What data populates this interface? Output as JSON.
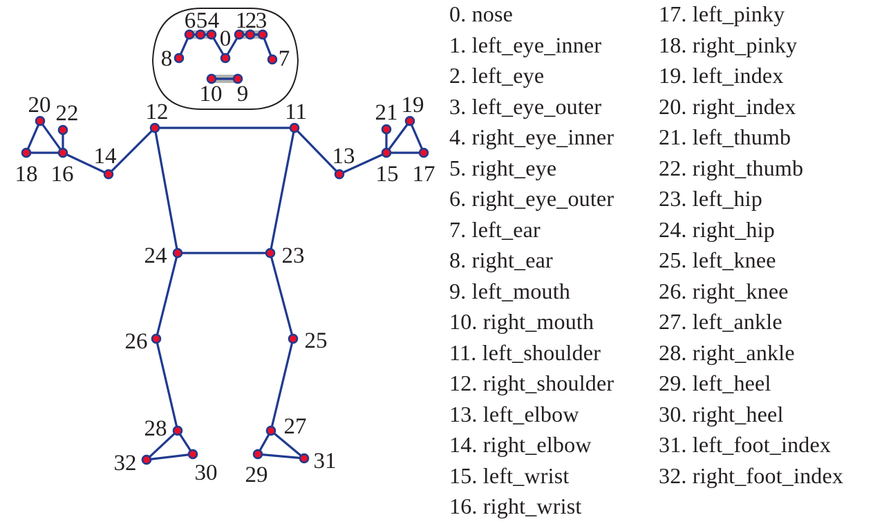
{
  "colors": {
    "bone": "#1f3a8f",
    "joint_fill": "#e8102a",
    "joint_stroke": "#1f3a8f",
    "face_outline": "#231f20",
    "grey_bar": "#b3b3b3",
    "text": "#231f20"
  },
  "landmarks": [
    {
      "id": 0,
      "name": "nose"
    },
    {
      "id": 1,
      "name": "left_eye_inner"
    },
    {
      "id": 2,
      "name": "left_eye"
    },
    {
      "id": 3,
      "name": "left_eye_outer"
    },
    {
      "id": 4,
      "name": "right_eye_inner"
    },
    {
      "id": 5,
      "name": "right_eye"
    },
    {
      "id": 6,
      "name": "right_eye_outer"
    },
    {
      "id": 7,
      "name": "left_ear"
    },
    {
      "id": 8,
      "name": "right_ear"
    },
    {
      "id": 9,
      "name": "left_mouth"
    },
    {
      "id": 10,
      "name": "right_mouth"
    },
    {
      "id": 11,
      "name": "left_shoulder"
    },
    {
      "id": 12,
      "name": "right_shoulder"
    },
    {
      "id": 13,
      "name": "left_elbow"
    },
    {
      "id": 14,
      "name": "right_elbow"
    },
    {
      "id": 15,
      "name": "left_wrist"
    },
    {
      "id": 16,
      "name": "right_wrist"
    },
    {
      "id": 17,
      "name": "left_pinky"
    },
    {
      "id": 18,
      "name": "right_pinky"
    },
    {
      "id": 19,
      "name": "left_index"
    },
    {
      "id": 20,
      "name": "right_index"
    },
    {
      "id": 21,
      "name": "left_thumb"
    },
    {
      "id": 22,
      "name": "right_thumb"
    },
    {
      "id": 23,
      "name": "left_hip"
    },
    {
      "id": 24,
      "name": "right_hip"
    },
    {
      "id": 25,
      "name": "left_knee"
    },
    {
      "id": 26,
      "name": "right_knee"
    },
    {
      "id": 27,
      "name": "left_ankle"
    },
    {
      "id": 28,
      "name": "right_ankle"
    },
    {
      "id": 29,
      "name": "left_heel"
    },
    {
      "id": 30,
      "name": "right_heel"
    },
    {
      "id": 31,
      "name": "left_foot_index"
    },
    {
      "id": 32,
      "name": "right_foot_index"
    }
  ],
  "connections": [
    [
      0,
      1
    ],
    [
      1,
      2
    ],
    [
      2,
      3
    ],
    [
      3,
      7
    ],
    [
      0,
      4
    ],
    [
      4,
      5
    ],
    [
      5,
      6
    ],
    [
      6,
      8
    ],
    [
      9,
      10
    ],
    [
      11,
      12
    ],
    [
      11,
      13
    ],
    [
      13,
      15
    ],
    [
      15,
      17
    ],
    [
      15,
      19
    ],
    [
      15,
      21
    ],
    [
      17,
      19
    ],
    [
      12,
      14
    ],
    [
      14,
      16
    ],
    [
      16,
      18
    ],
    [
      16,
      20
    ],
    [
      16,
      22
    ],
    [
      18,
      20
    ],
    [
      11,
      23
    ],
    [
      12,
      24
    ],
    [
      23,
      24
    ],
    [
      23,
      25
    ],
    [
      25,
      27
    ],
    [
      27,
      29
    ],
    [
      29,
      31
    ],
    [
      27,
      31
    ],
    [
      24,
      26
    ],
    [
      26,
      28
    ],
    [
      28,
      30
    ],
    [
      30,
      32
    ],
    [
      28,
      32
    ]
  ],
  "greyed_connections": [
    [
      1,
      3
    ],
    [
      4,
      6
    ],
    [
      9,
      10
    ]
  ],
  "node_labels": {
    "0": "0",
    "1": "1",
    "2": "2",
    "3": "3",
    "4": "4",
    "5": "5",
    "6": "6",
    "7": "7",
    "8": "8",
    "9": "9",
    "10": "10",
    "11": "11",
    "12": "12",
    "13": "13",
    "14": "14",
    "15": "15",
    "16": "16",
    "17": "17",
    "18": "18",
    "19": "19",
    "20": "20",
    "21": "21",
    "22": "22",
    "23": "23",
    "24": "24",
    "25": "25",
    "26": "26",
    "27": "27",
    "28": "28",
    "29": "29",
    "30": "30",
    "31": "31",
    "32": "32"
  }
}
